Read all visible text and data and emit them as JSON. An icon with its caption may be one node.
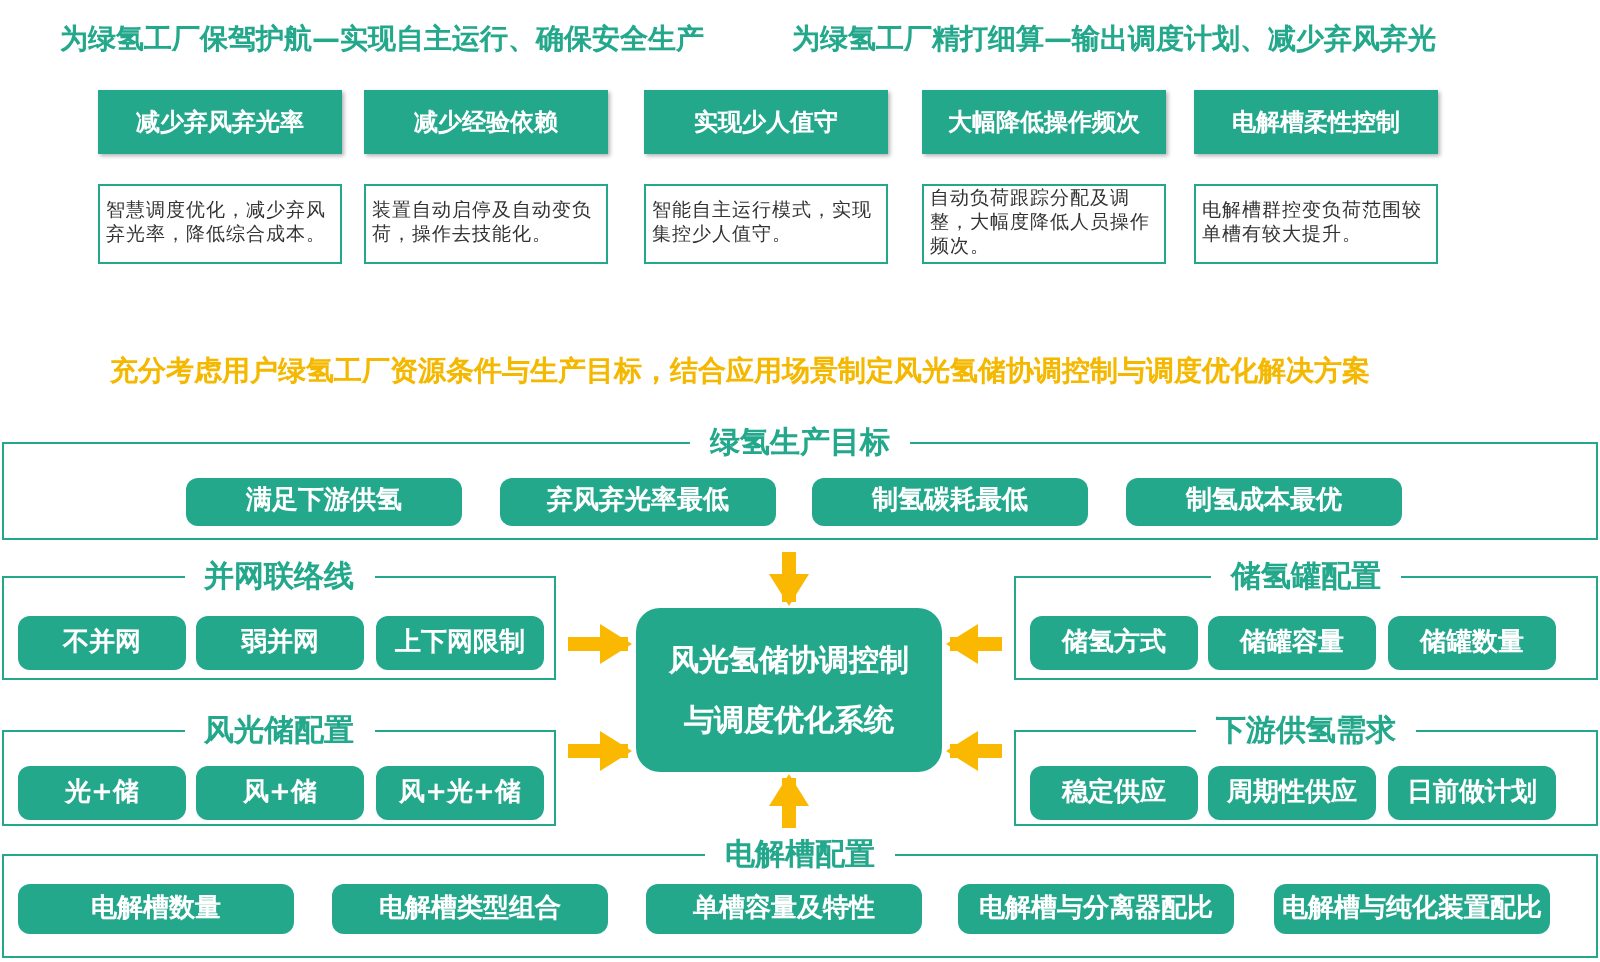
{
  "diagram": {
    "nodes": [
      {
        "text": [
          "减少弃风弃光率"
        ]
      },
      {
        "text": [
          "减少经验依赖"
        ]
      },
      {
        "text": [
          "实现少人值守"
        ]
      },
      {
        "text": [
          "大幅降低操作频次"
        ]
      },
      {
        "text": [
          "电解槽柔性控制"
        ]
      },
      {
        "text": [
          "智慧调度优化，减少弃风弃光率，降低综合成本。"
        ]
      },
      {
        "text": [
          "装置自动启停及自动变负荷，操作去技能化。"
        ]
      },
      {
        "text": [
          "智能自主运行模式，实现集控少人值守。"
        ]
      },
      {
        "text": [
          "自动负荷跟踪分配及调整，大幅度降低人员操作频次。"
        ]
      },
      {
        "text": [
          "电解槽群控变负荷范围较单槽有较大提升。"
        ]
      },
      {
        "text": [
          "绿氢生产目标"
        ]
      },
      {
        "text": [
          "满足下游供氢"
        ],
        "in": 10
      },
      {
        "text": [
          "弃风弃光率最低"
        ],
        "in": 10
      },
      {
        "text": [
          "制氢碳耗最低"
        ],
        "in": 10
      },
      {
        "text": [
          "制氢成本最优"
        ],
        "in": 10
      },
      {
        "text": [
          "并网联络线"
        ]
      },
      {
        "text": [
          "不并网"
        ],
        "in": 15
      },
      {
        "text": [
          "弱并网"
        ],
        "in": 15
      },
      {
        "text": [
          "上下网限制"
        ],
        "in": 15
      },
      {
        "text": [
          "储氢罐配置"
        ]
      },
      {
        "text": [
          "储氢方式"
        ],
        "in": 19
      },
      {
        "text": [
          "储罐容量"
        ],
        "in": 19
      },
      {
        "text": [
          "储罐数量"
        ],
        "in": 19
      },
      {
        "text": [
          "风光氢储协调控制与调度优化系统"
        ]
      },
      {
        "text": [
          "风光储配置"
        ]
      },
      {
        "text": [
          "光+储"
        ],
        "in": 24
      },
      {
        "text": [
          "风+储"
        ],
        "in": 24
      },
      {
        "text": [
          "风+光+储"
        ],
        "in": 24
      },
      {
        "text": [
          "下游供氢需求"
        ]
      },
      {
        "text": [
          "稳定供应"
        ],
        "in": 28
      },
      {
        "text": [
          "周期性供应"
        ],
        "in": 28
      },
      {
        "text": [
          "日前做计划"
        ],
        "in": 28
      },
      {
        "text": [
          "电解槽配置"
        ]
      },
      {
        "text": [
          "电解槽数量"
        ],
        "in": 32
      },
      {
        "text": [
          "电解槽类型组合"
        ],
        "in": 32
      },
      {
        "text": [
          "单槽容量及特性"
        ],
        "in": 32
      },
      {
        "text": [
          "电解槽与分离器配比"
        ],
        "in": 32
      },
      {
        "text": [
          "电解槽与纯化装置配比"
        ],
        "in": 32
      }
    ],
    "edges": [
      {
        "from": 10,
        "to": 23,
        "arrow": "to"
      },
      {
        "from": 15,
        "to": 23,
        "arrow": "to"
      },
      {
        "from": 19,
        "to": 23,
        "arrow": "to"
      },
      {
        "from": 24,
        "to": 23,
        "arrow": "to"
      },
      {
        "from": 28,
        "to": 23,
        "arrow": "to"
      },
      {
        "from": 32,
        "to": 23,
        "arrow": "to"
      }
    ],
    "labels": [
      "为绿氢工厂保驾护航—实现自主运行、确保安全生产",
      "为绿氢工厂精打细算—输出调度计划、减少弃风弃光",
      "充分考虑用户绿氢工厂资源条件与生产目标，结合应用场景制定风光氢储协调控制与调度优化解决方案"
    ]
  }
}
